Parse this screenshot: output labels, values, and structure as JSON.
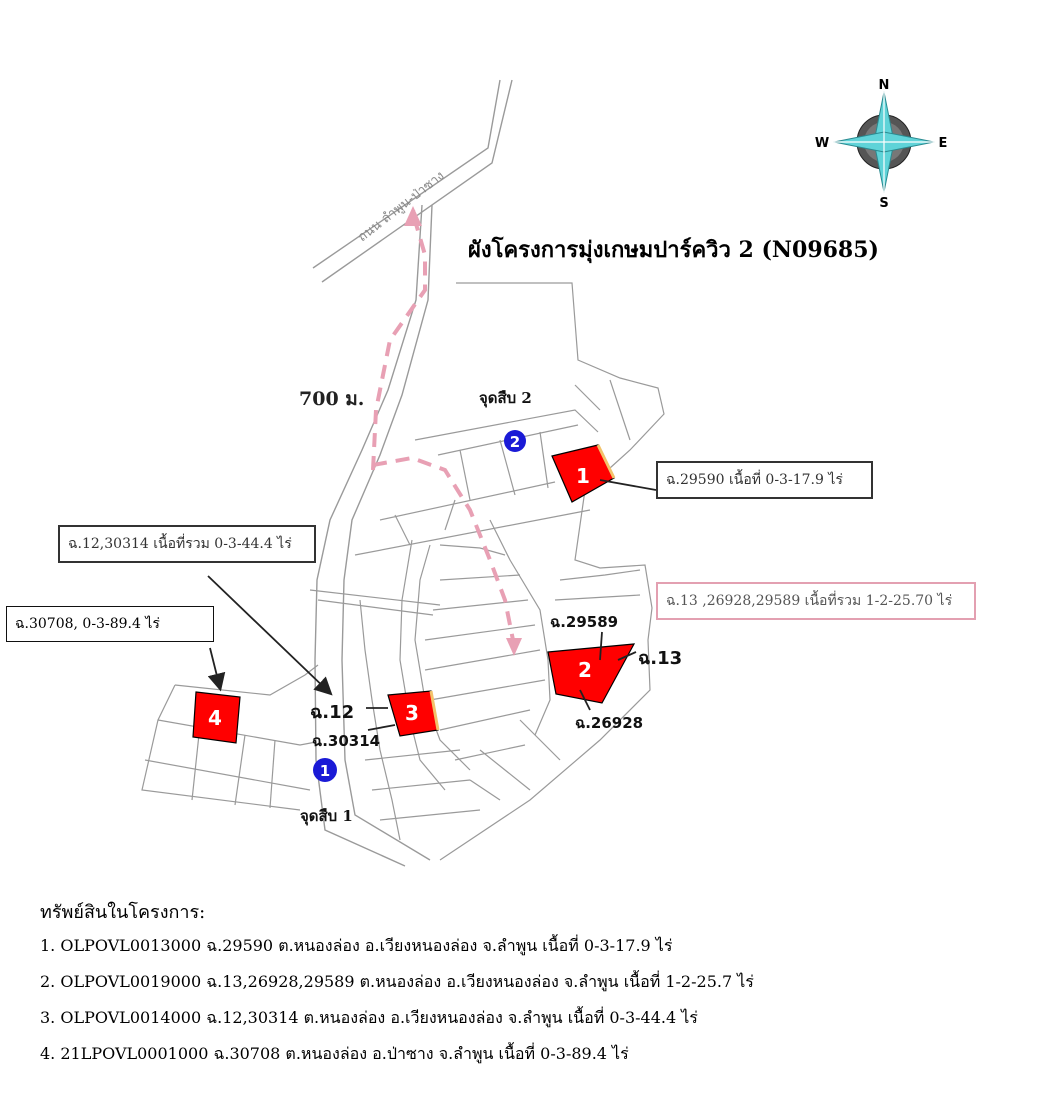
{
  "title": "ผังโครงการมุ่งเกษมปาร์ควิว 2 (N09685)",
  "compass": {
    "north": "N",
    "south": "S",
    "east": "E",
    "west": "W"
  },
  "distance_label": "700 ม.",
  "road_label": "ถนน ลำพูน-ป่าซาง",
  "access_points": [
    {
      "number": "1",
      "label": "จุดสืบ 1"
    },
    {
      "number": "2",
      "label": "จุดสืบ 2"
    }
  ],
  "plots": [
    {
      "number": "1"
    },
    {
      "number": "2"
    },
    {
      "number": "3"
    },
    {
      "number": "4"
    }
  ],
  "lot_labels": {
    "l29589": "ฉ.29589",
    "l13": "ฉ.13",
    "l26928": "ฉ.26928",
    "l12": "ฉ.12",
    "l30314": "ฉ.30314"
  },
  "callouts": {
    "c1": "ฉ.29590 เนื้อที่ 0-3-17.9 ไร่",
    "c2": "ฉ.12,30314 เนื้อที่รวม 0-3-44.4 ไร่",
    "c3": "ฉ.30708, 0-3-89.4 ไร่",
    "c4": "ฉ.13 ,26928,29589 เนื้อที่รวม 1-2-25.70 ไร่"
  },
  "asset_list": {
    "heading": "ทรัพย์สินในโครงการ:",
    "items": [
      "1. OLPOVL0013000  ฉ.29590 ต.หนองล่อง อ.เวียงหนองล่อง จ.ลำพูน เนื้อที่ 0-3-17.9 ไร่",
      "2. OLPOVL0019000  ฉ.13,26928,29589 ต.หนองล่อง อ.เวียงหนองล่อง จ.ลำพูน เนื้อที่ 1-2-25.7 ไร่",
      "3. OLPOVL0014000  ฉ.12,30314 ต.หนองล่อง อ.เวียงหนองล่อง จ.ลำพูน เนื้อที่ 0-3-44.4 ไร่",
      "4. 21LPOVL0001000 ฉ.30708 ต.หนองล่อง อ.ป่าซาง จ.ลำพูน เนื้อที่ 0-3-89.4 ไร่"
    ]
  },
  "colors": {
    "plot_fill": "#ff0000",
    "marker_blue": "#1a1ad6",
    "route_dash": "#e8a0b4",
    "road_line": "#9a9a9a",
    "compass_teal": "#5fd3d8"
  }
}
